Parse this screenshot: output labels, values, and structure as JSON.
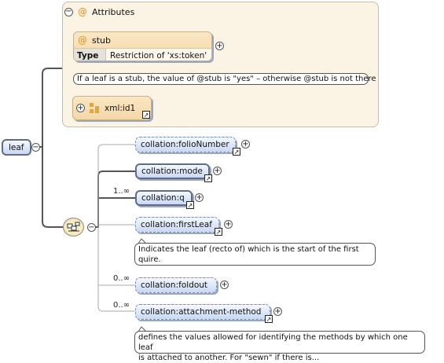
{
  "root": {
    "name": "leaf"
  },
  "attributes": {
    "title": "Attributes",
    "stub": {
      "name": "stub",
      "type_label": "Type",
      "type_value": "Restriction of 'xs:token'",
      "note": "If a leaf is a stub, the value of @stub is \"yes\" – otherwise @stub is not there"
    },
    "group_ref": {
      "name": "xml:id1"
    }
  },
  "children": [
    {
      "name": "collation:folioNumber",
      "cardinality": ""
    },
    {
      "name": "collation:mode",
      "cardinality": ""
    },
    {
      "name": "collation:q",
      "cardinality": "1..∞"
    },
    {
      "name": "collation:firstLeaf",
      "cardinality": "",
      "note_line1": "Indicates the leaf (recto of) which is the start of the first",
      "note_line2": "quire."
    },
    {
      "name": "collation:foldout",
      "cardinality": "0..∞"
    },
    {
      "name": "collation:attachment-method",
      "cardinality": "0..∞",
      "note_line1": "defines the values allowed for identifying the methods by which one leaf",
      "note_line2": "is attached to another. For \"sewn\" if there is..."
    }
  ],
  "glyphs": {
    "at": "@",
    "minus": "−",
    "plus": "+",
    "arrow": "↗"
  },
  "colors": {
    "attr_bg": "#fbf3e4",
    "attr_card": "#f3d7a7",
    "element": "#c8d8f3",
    "accent": "#e3a43b"
  }
}
